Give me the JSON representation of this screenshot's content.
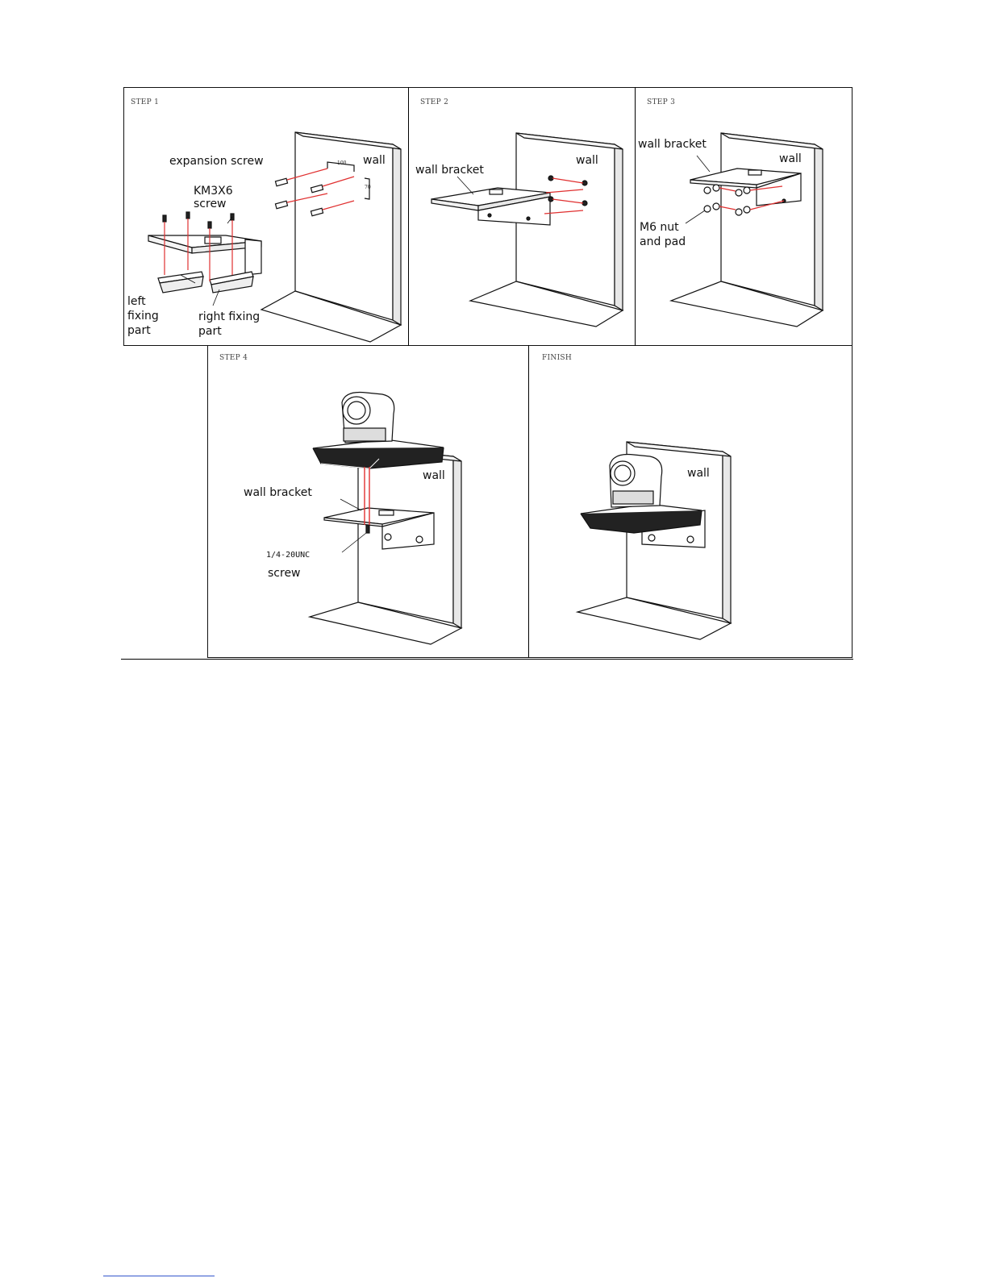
{
  "steps": {
    "step1": {
      "title": "STEP 1",
      "labels": {
        "expansion_screw": "expansion screw",
        "wall": "wall",
        "km3x6_line1": "KM3X6",
        "km3x6_line2": "screw",
        "left_part_line1": "left",
        "left_part_line2": "fixing",
        "left_part_line3": "part",
        "right_part_line1": "right fixing",
        "right_part_line2": "part",
        "dim_h": "100",
        "dim_v": "70"
      }
    },
    "step2": {
      "title": "STEP 2",
      "labels": {
        "wall_bracket": "wall bracket",
        "wall": "wall"
      }
    },
    "step3": {
      "title": "STEP 3",
      "labels": {
        "wall_bracket": "wall bracket",
        "wall": "wall",
        "nut_line1": "M6 nut",
        "nut_line2": "and pad"
      }
    },
    "step4": {
      "title": "STEP 4",
      "labels": {
        "wall_bracket": "wall bracket",
        "wall": "wall",
        "screw_spec": "1/4-20UNC",
        "screw": "screw"
      }
    },
    "finish": {
      "title": "FINISH",
      "labels": {
        "wall": "wall"
      }
    }
  },
  "colors": {
    "line": "#111111",
    "guide": "#e03030",
    "footer_link": "#3355cc"
  }
}
